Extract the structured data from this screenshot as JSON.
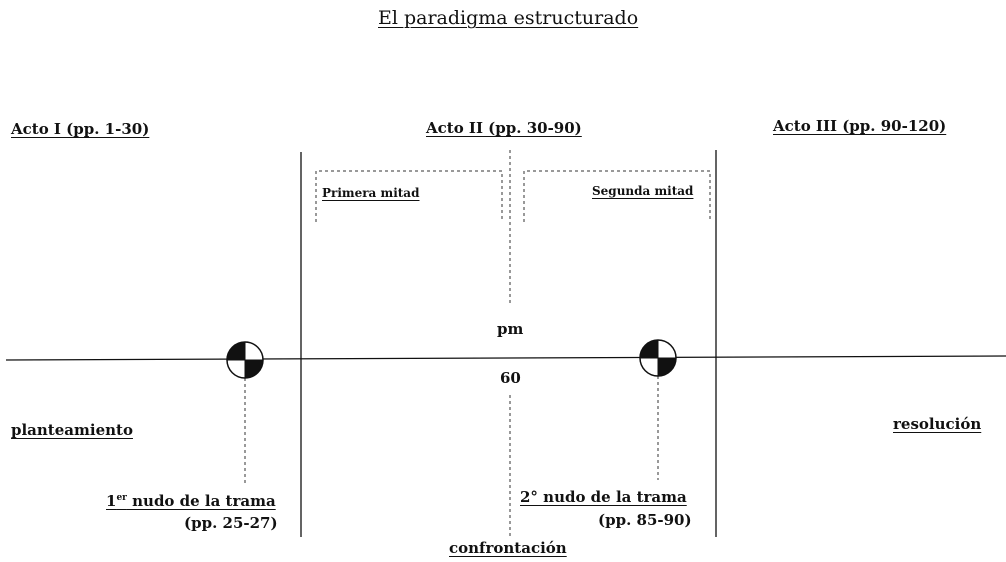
{
  "title": "El paradigma estructurado",
  "acts": [
    {
      "label": "Acto I (pp. 1-30)"
    },
    {
      "label": "Acto II (pp. 30-90)"
    },
    {
      "label": "Acto III (pp. 90-120)"
    }
  ],
  "halves": {
    "first": "Primera mitad",
    "second": "Segunda mitad"
  },
  "midpoint": {
    "label": "pm",
    "page": "60"
  },
  "stages": {
    "setup": "planteamiento",
    "confrontation": "confrontación",
    "resolution": "resolución"
  },
  "plot_points": [
    {
      "ordinal": "1",
      "ordinal_suffix": "er",
      "label": " nudo de la trama",
      "pages": "(pp. 25-27)"
    },
    {
      "ordinal": "2° nudo de la trama",
      "pages": "(pp. 85-90)"
    }
  ]
}
